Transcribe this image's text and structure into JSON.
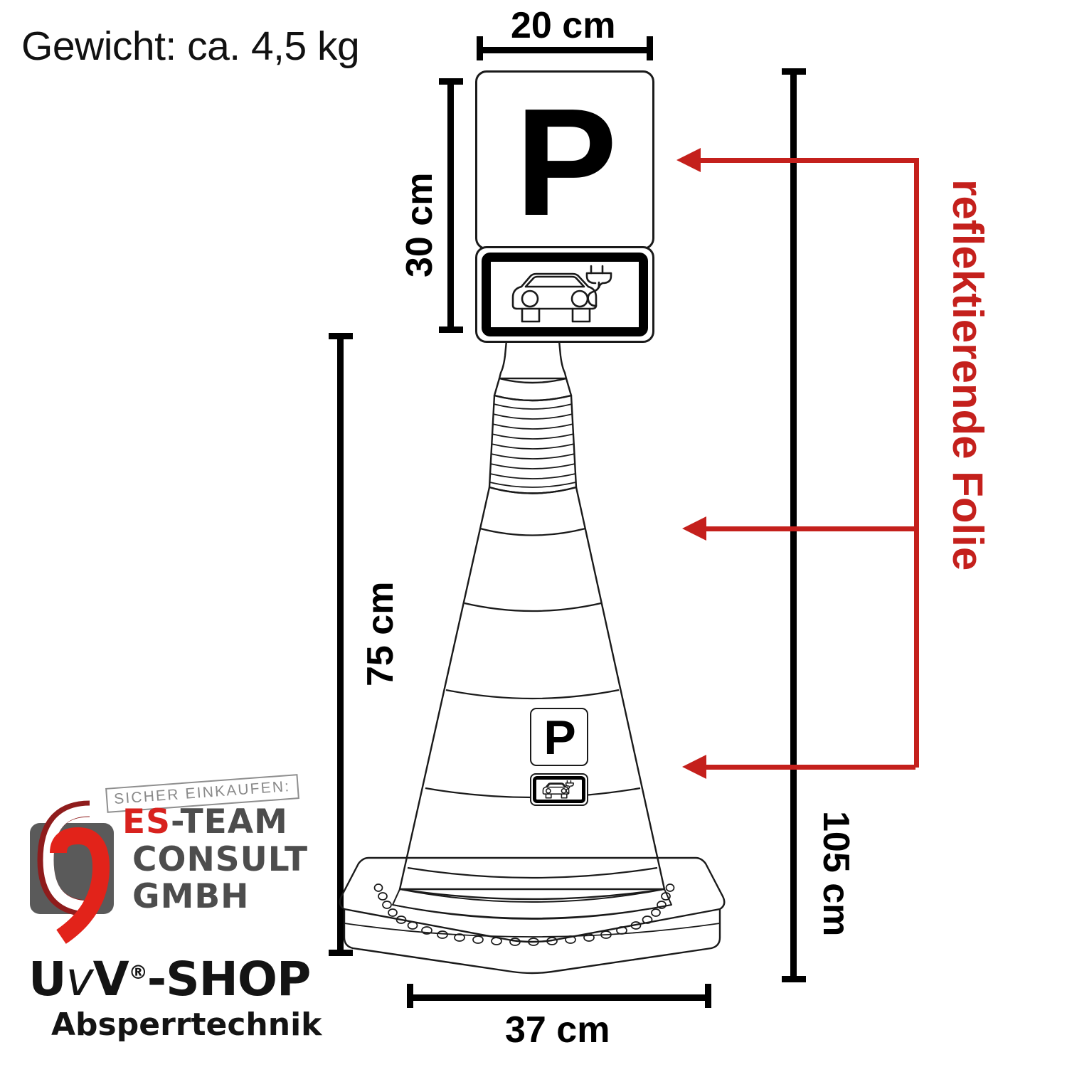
{
  "product": {
    "weight_label": "Gewicht: ca. 4,5 kg"
  },
  "dimensions": {
    "sign_width": "20 cm",
    "sign_height": "30 cm",
    "cone_height": "75 cm",
    "total_height": "105 cm",
    "base_width": "37 cm"
  },
  "annotations": {
    "reflective_note": "reflektierende Folie",
    "red_color": "#C4201C"
  },
  "sign": {
    "parking_letter": "P",
    "ev_icon_name": "electric-car-with-plug-icon"
  },
  "cone_sticker": {
    "parking_letter": "P",
    "ev_icon_name": "electric-car-with-plug-icon"
  },
  "logo": {
    "stamp_text": "SICHER EINKAUFEN:",
    "company_line1_red": "ES",
    "company_line1_rest": "-TEAM",
    "company_line2": "CONSULT",
    "company_line3": "GMBH",
    "shop_name_a": "U",
    "shop_name_v": "v",
    "shop_name_b": "V",
    "shop_registered": "®",
    "shop_name_c": "-SHOP",
    "shop_tagline": "Absperrtechnik"
  }
}
